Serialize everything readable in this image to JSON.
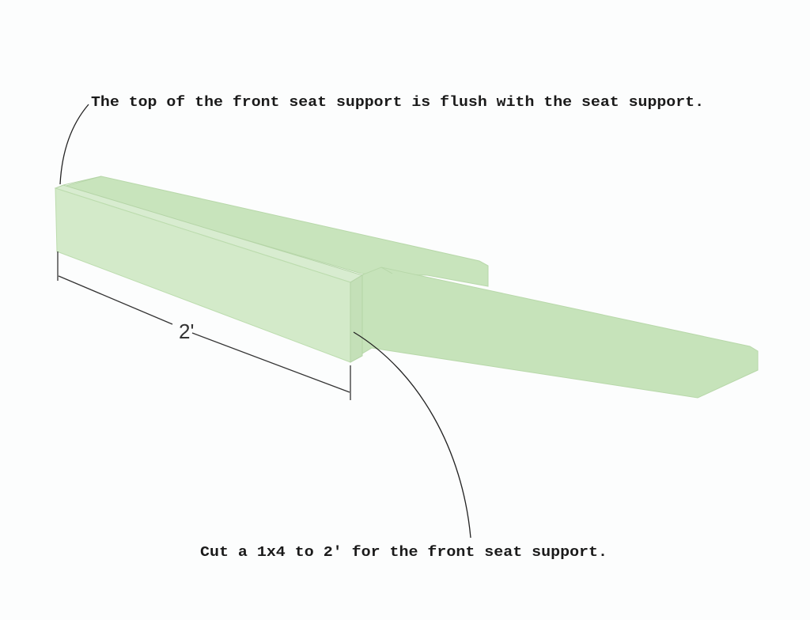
{
  "annotations": {
    "top_note": "The top of the front seat support is flush with the seat support.",
    "bottom_note": "Cut a 1x4 to 2' for the front seat support."
  },
  "dimension": {
    "label": "2'"
  },
  "colors": {
    "board_front": "#d3eac9",
    "board_top": "#c9e5bd",
    "board_side": "#c6e3ba",
    "line": "#222222"
  }
}
